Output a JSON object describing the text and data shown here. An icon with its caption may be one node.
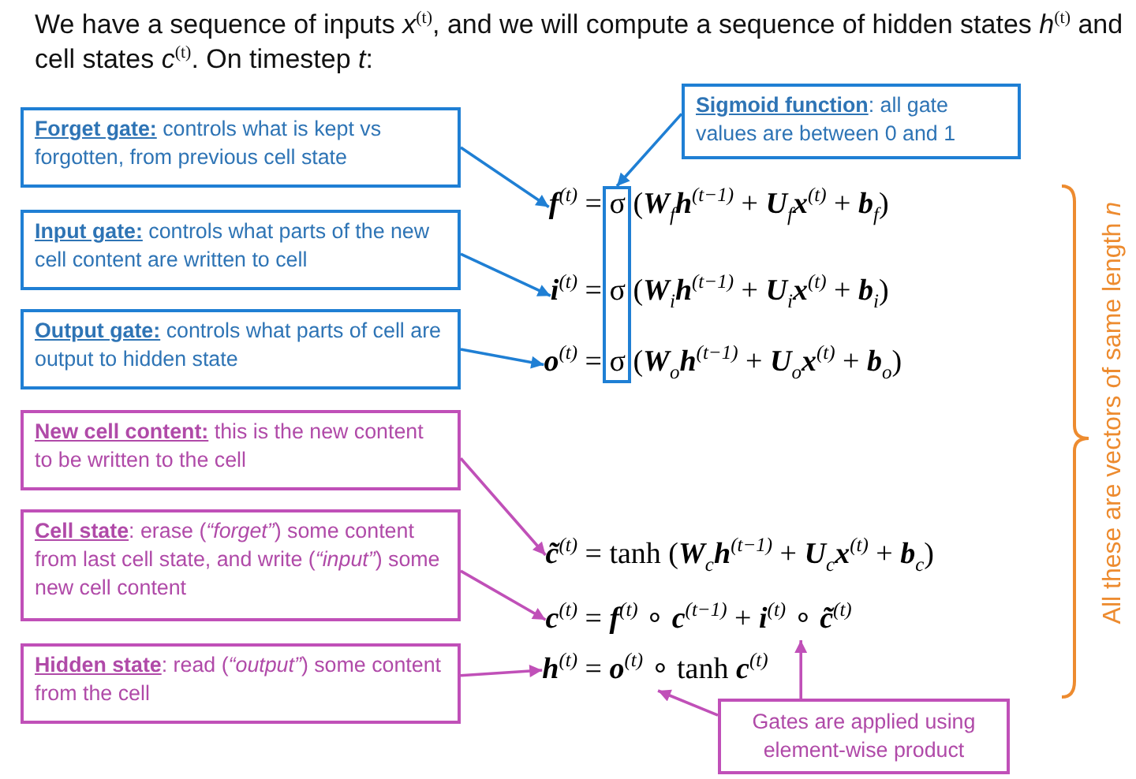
{
  "diagram": {
    "nodes": [
      {
        "text": [
          "**Forget gate:** controls what is kept vs forgotten, from previous cell state"
        ]
      },
      {
        "text": [
          "**Input gate:** controls what parts of the new cell content are written to cell"
        ]
      },
      {
        "text": [
          "**Output gate:** controls what parts of cell are output to hidden state"
        ]
      },
      {
        "text": [
          "**New cell content:** this is the new content to be written to the cell"
        ]
      },
      {
        "text": [
          "**Cell state**: erase (*“forget”*) some content from last cell state, and write (*“input”*) some new cell content"
        ]
      },
      {
        "text": [
          "**Hidden state**: read (*“output”*) some content from the cell"
        ]
      },
      {
        "text": [
          "**Sigmoid function**: all gate values are between 0 and 1"
        ]
      },
      {
        "text": [],
        "shape": "box"
      },
      {
        "text": [
          "**f**$^{(t)}$ = σ (**W**$_{f}$**h**$^{(t−1)}$ + **U**$_{f}$**x**$^{(t)}$ + **b**$_{f}$)"
        ]
      },
      {
        "text": [
          "**i**$^{(t)}$ = σ (**W**$_{i}$**h**$^{(t−1)}$ + **U**$_{i}$**x**$^{(t)}$ + **b**$_{i}$)"
        ]
      },
      {
        "text": [
          "**o**$^{(t)}$ = σ (**W**$_{o}$**h**$^{(t−1)}$ + **U**$_{o}$**x**$^{(t)}$ + **b**$_{o}$)"
        ]
      },
      {
        "text": [
          "**c̃**$^{(t)}$ = tanh (**W**$_{c}$**h**$^{(t−1)}$ + **U**$_{c}$**x**$^{(t)}$ + **b**$_{c}$)"
        ]
      },
      {
        "text": [
          "**c**$^{(t)}$ = **f**$^{(t)}$ ∘ **c**$^{(t−1)}$ + **i**$^{(t)}$ ∘ **c̃**$^{(t)}$"
        ]
      },
      {
        "text": [
          "**h**$^{(t)}$ = **o**$^{(t)}$ ∘ tanh **c**$^{(t)}$"
        ]
      },
      {
        "text": [
          "Gates are applied using element-wise product"
        ]
      }
    ],
    "edges": [
      {
        "from": 0,
        "to": 8,
        "arrow": "to",
        "color": "#1f7fd4"
      },
      {
        "from": 1,
        "to": 9,
        "arrow": "to",
        "color": "#1f7fd4"
      },
      {
        "from": 2,
        "to": 10,
        "arrow": "to",
        "color": "#1f7fd4"
      },
      {
        "from": 6,
        "to": 7,
        "arrow": "to",
        "color": "#1f7fd4"
      },
      {
        "from": 3,
        "to": 11,
        "arrow": "to"
      },
      {
        "from": 4,
        "to": 12,
        "arrow": "to"
      },
      {
        "from": 5,
        "to": 13,
        "arrow": "to"
      },
      {
        "from": 14,
        "to": 13,
        "arrow": "to"
      },
      {
        "from": 14,
        "to": 12,
        "arrow": "to"
      }
    ],
    "labels": [
      "We have a sequence of inputs *x*$^{(t)}$, and we will compute a sequence of hidden states *h*$^{(t)}$ and cell states *c*$^{(t)}$. On timestep *t*:",
      "All these are vectors of same length *n*"
    ]
  }
}
